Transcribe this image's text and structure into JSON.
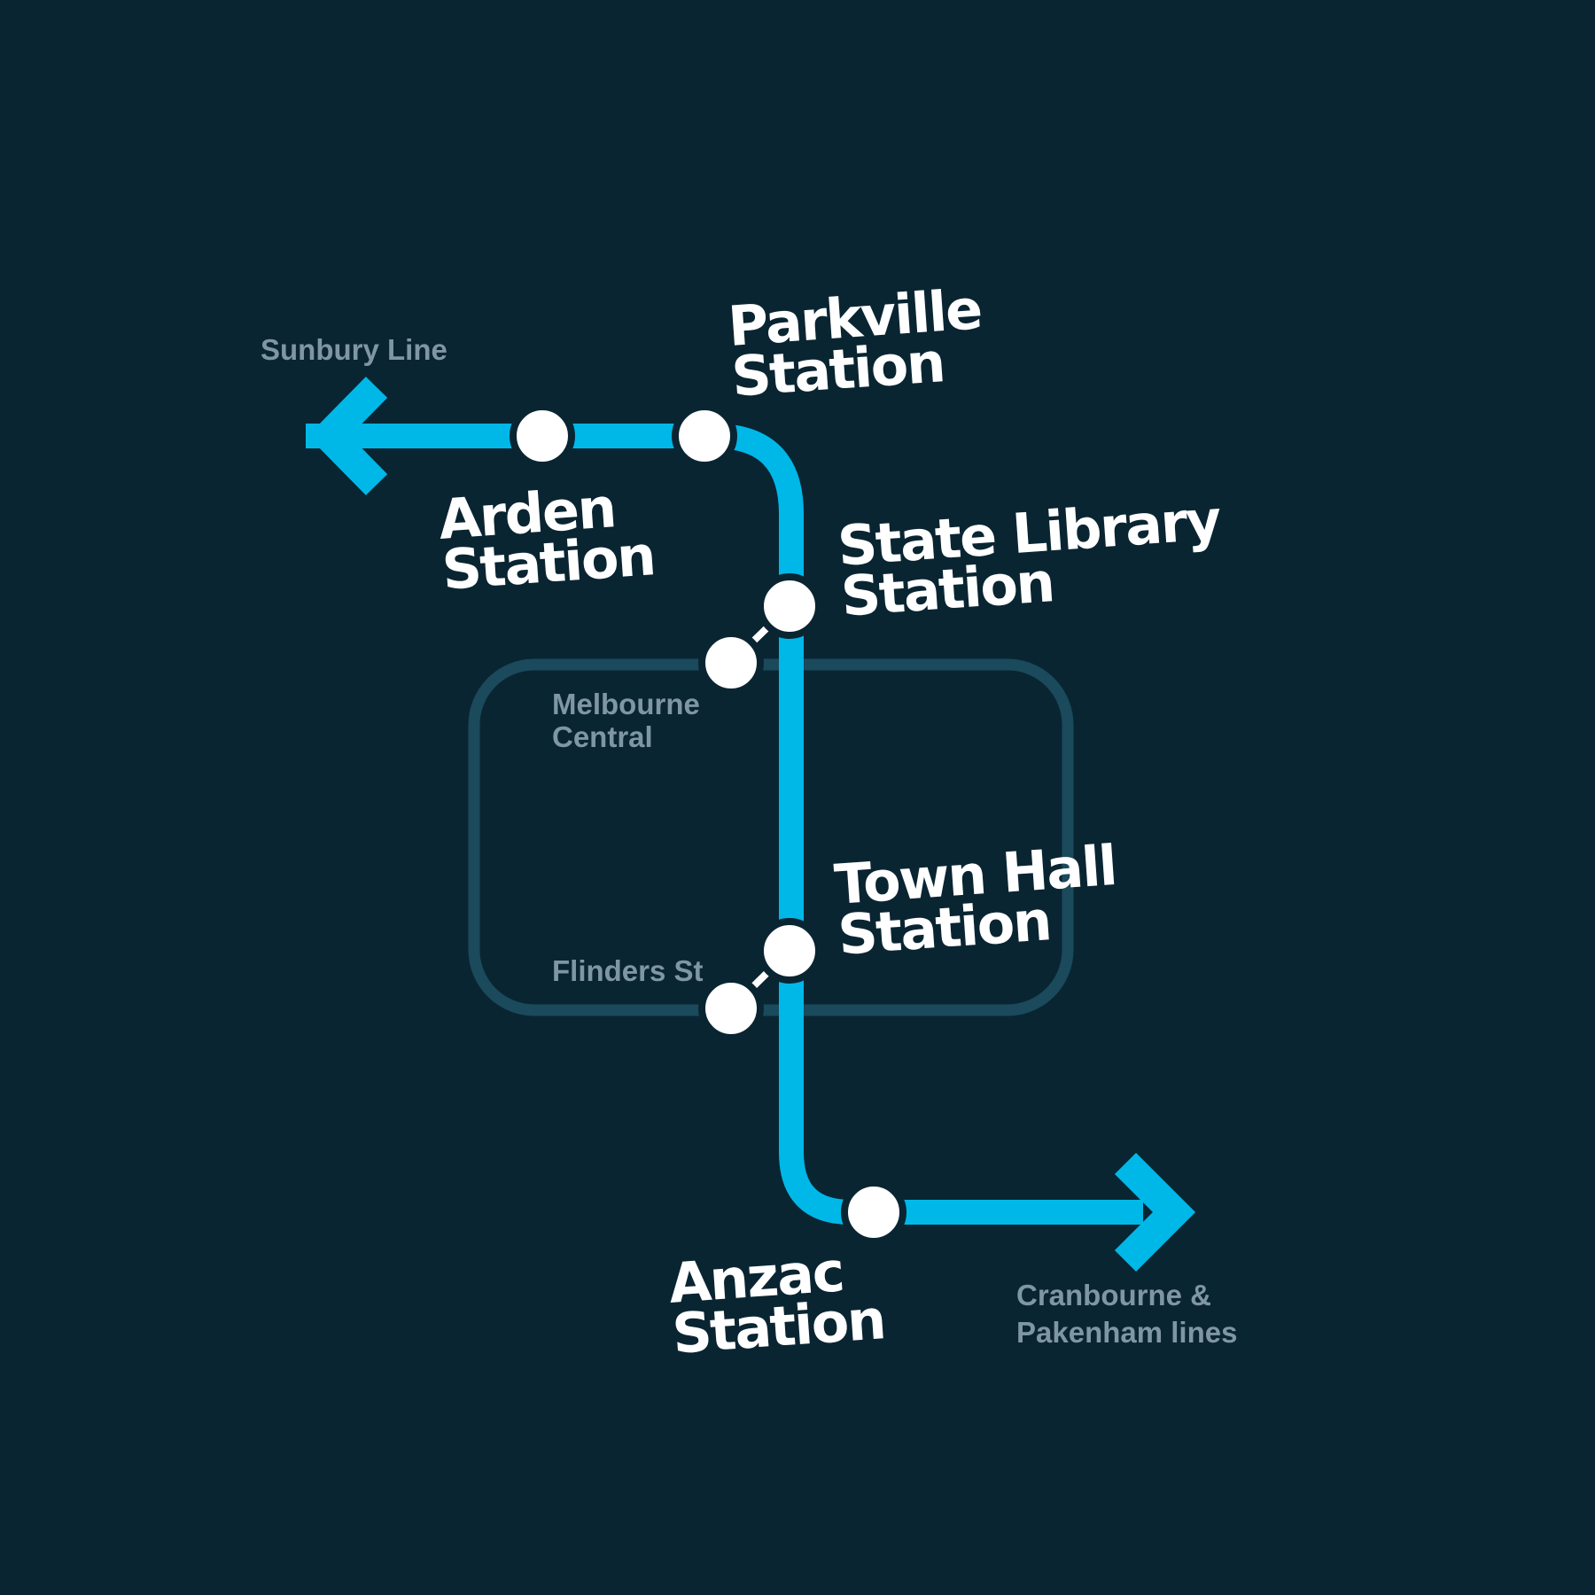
{
  "colors": {
    "background": "#0a2532",
    "line": "#00b8e8",
    "loop": "#1a4a5c",
    "station_fill": "#ffffff",
    "station_label": "#ffffff",
    "secondary_label": "#7e97a2"
  },
  "stations": {
    "parkville": {
      "line1": "Parkville",
      "line2": "Station"
    },
    "arden": {
      "line1": "Arden",
      "line2": "Station"
    },
    "state_library": {
      "line1": "State Library",
      "line2": "Station"
    },
    "town_hall": {
      "line1": "Town Hall",
      "line2": "Station"
    },
    "anzac": {
      "line1": "Anzac",
      "line2": "Station"
    }
  },
  "connections": {
    "melbourne_central": {
      "line1": "Melbourne",
      "line2": "Central"
    },
    "flinders_st": {
      "line1": "Flinders St"
    }
  },
  "line_ends": {
    "west": {
      "line1": "Sunbury Line",
      "icon": "arrow-left-icon"
    },
    "east": {
      "line1": "Cranbourne &",
      "line2": "Pakenham lines",
      "icon": "arrow-right-icon"
    }
  }
}
